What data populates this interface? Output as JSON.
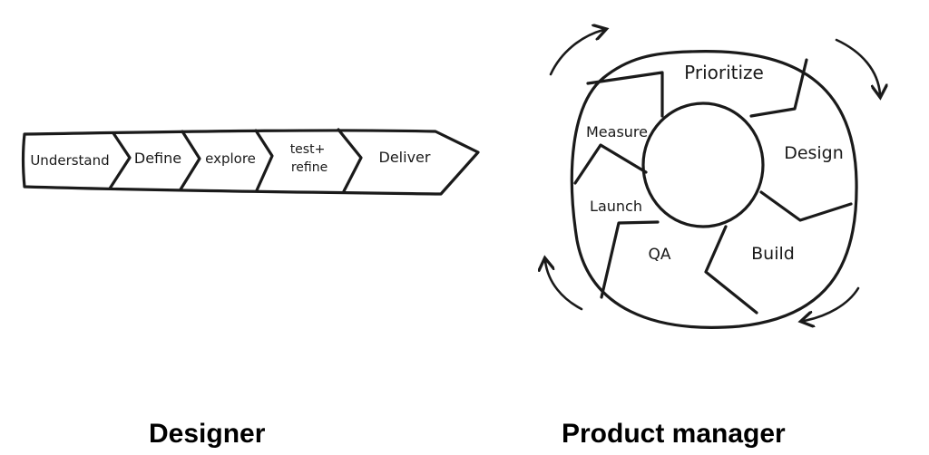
{
  "designer": {
    "caption": "Designer",
    "steps": [
      {
        "label": "Understand"
      },
      {
        "label": "Define"
      },
      {
        "label": "explore"
      },
      {
        "label": "test+",
        "label2": "refine"
      },
      {
        "label": "Deliver"
      }
    ]
  },
  "product_manager": {
    "caption": "Product manager",
    "segments": [
      {
        "label": "Prioritize"
      },
      {
        "label": "Design"
      },
      {
        "label": "Build"
      },
      {
        "label": "QA"
      },
      {
        "label": "Launch"
      },
      {
        "label": "Measure"
      }
    ]
  },
  "colors": {
    "ink": "#1a1a1a",
    "background": "#ffffff"
  }
}
